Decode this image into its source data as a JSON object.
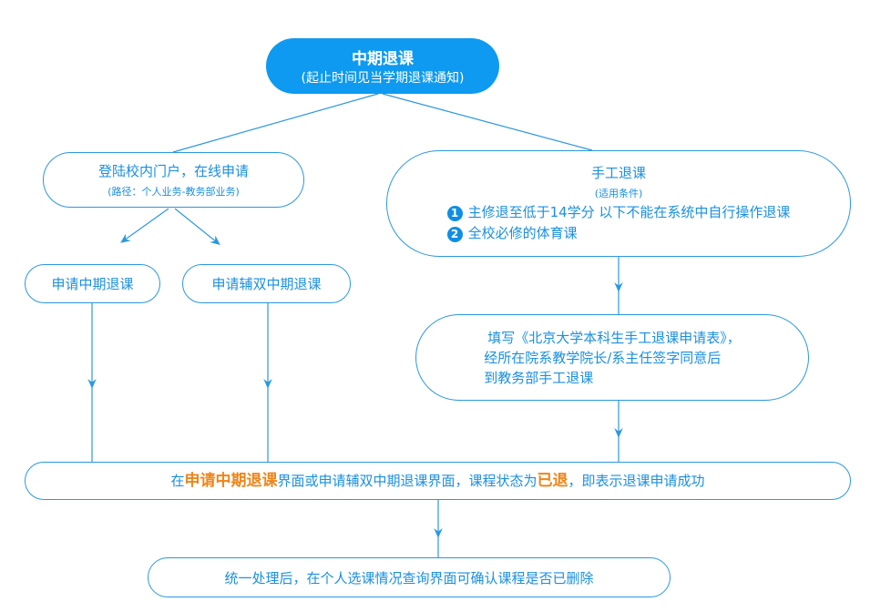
{
  "top": {
    "title": "中期退课",
    "subtitle": "(起止时间见当学期退课通知)"
  },
  "online": {
    "title": "登陆校内门户，在线申请",
    "path": "(路径：个人业务-教务部业务)"
  },
  "manual": {
    "title": "手工退课",
    "conditions_label": "(适用条件)",
    "items": [
      {
        "num": "1",
        "text": "主修退至低于14学分 以下不能在系统中自行操作退课"
      },
      {
        "num": "2",
        "text": "全校必修的体育课"
      }
    ]
  },
  "apply_mid": "申请中期退课",
  "apply_minor": "申请辅双中期退课",
  "fill_form": {
    "lines": [
      "填写《北京大学本科生手工退课申请表》，",
      "经所在院系教学院长/系主任签字同意后",
      "到教务部手工退课"
    ]
  },
  "status": {
    "p1": "在",
    "h1": "申请中期退课",
    "p2": "界面或申请辅双中期退课界面，课程状态为",
    "h2": "已退",
    "p3": "，即表示退课申请成功"
  },
  "final": "统一处理后，在个人选课情况查询界面可确认课程是否已删除",
  "colors": {
    "primary": "#0e9af0",
    "line": "#2a98e0",
    "highlight": "#f08518"
  }
}
